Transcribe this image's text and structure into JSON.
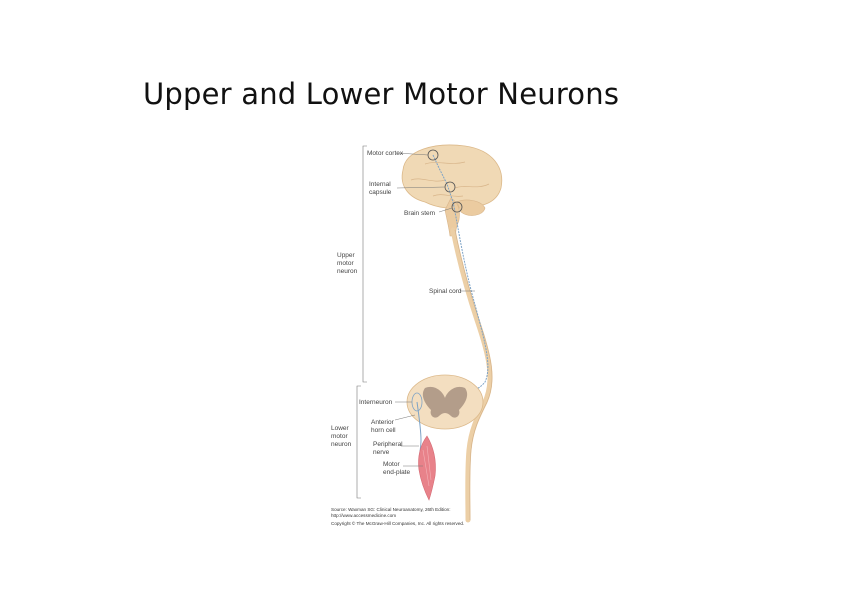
{
  "slide": {
    "title": "Upper and Lower Motor Neurons"
  },
  "figure": {
    "labels": {
      "motor_cortex": "Motor cortex",
      "internal_capsule_1": "Internal",
      "internal_capsule_2": "capsule",
      "brain_stem": "Brain stem",
      "upper_1": "Upper",
      "upper_2": "motor",
      "upper_3": "neuron",
      "spinal_cord": "Spinal cord",
      "interneuron": "Interneuron",
      "anterior_1": "Anterior",
      "anterior_2": "horn cell",
      "lower_1": "Lower",
      "lower_2": "motor",
      "lower_3": "neuron",
      "peripheral_1": "Peripheral",
      "peripheral_2": "nerve",
      "motor_1": "Motor",
      "motor_2": "end-plate"
    },
    "source": {
      "line1": "Source: Waxman SG: Clinical Neuroanatomy, 26th Edition:",
      "line2": "http://www.accessmedicine.com",
      "line3": "Copyright © The McGraw-Hill Companies, Inc. All rights reserved."
    },
    "colors": {
      "tissue": "#f0d9b5",
      "tissue_dark": "#dcb98a",
      "gray_matter": "#b39d8a",
      "neuron_path": "#7ea3c6",
      "muscle": "#e8828a"
    }
  }
}
